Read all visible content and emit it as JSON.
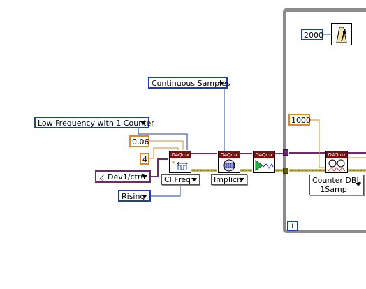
{
  "controls": {
    "timing_mode": "Continuous Samples",
    "channel_type": "Low Frequency with 1 Counter",
    "min_value": "0,06",
    "divisor": "4",
    "channel_name": "Dev1/ctr0",
    "edge": "Rising",
    "loop_wait_ms": "2000",
    "read_timeout_ms": "1000",
    "loop_indicator": "i"
  },
  "vis": {
    "create_channel": {
      "header": "DAQmx",
      "selector": "CI Freq"
    },
    "timing": {
      "header": "DAQmx",
      "selector": "Implicit"
    },
    "start": {
      "header": "DAQmx"
    },
    "read": {
      "header": "DAQmx",
      "selector_line1": "Counter DBL",
      "selector_line2": "1Samp"
    }
  },
  "colors": {
    "enum_wire": "#1d3fa8",
    "numeric_wire": "#e08a1e",
    "task_wire": "#6f2a6f",
    "error_wire": "#c7b22a",
    "loop_border": "#8c8c8c",
    "vi_header": "#7a1010"
  },
  "icons": [
    "metronome-icon",
    "frequency-icon",
    "timing-clock-icon",
    "start-play-icon",
    "read-glasses-icon",
    "io-name-icon"
  ]
}
